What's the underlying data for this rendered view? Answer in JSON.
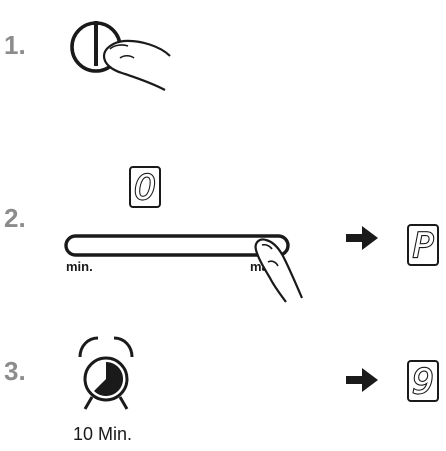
{
  "steps": [
    {
      "number": "1.",
      "icon": "power-button-icon"
    },
    {
      "number": "2.",
      "display_before": "0",
      "display_after": "P",
      "slider_min": "min.",
      "slider_max": "max"
    },
    {
      "number": "3.",
      "icon": "alarm-clock-icon",
      "timer_caption": "10 Min.",
      "display_after": "9"
    }
  ],
  "colors": {
    "step_number": "#8c8c8c",
    "line": "#1a1a1a"
  }
}
